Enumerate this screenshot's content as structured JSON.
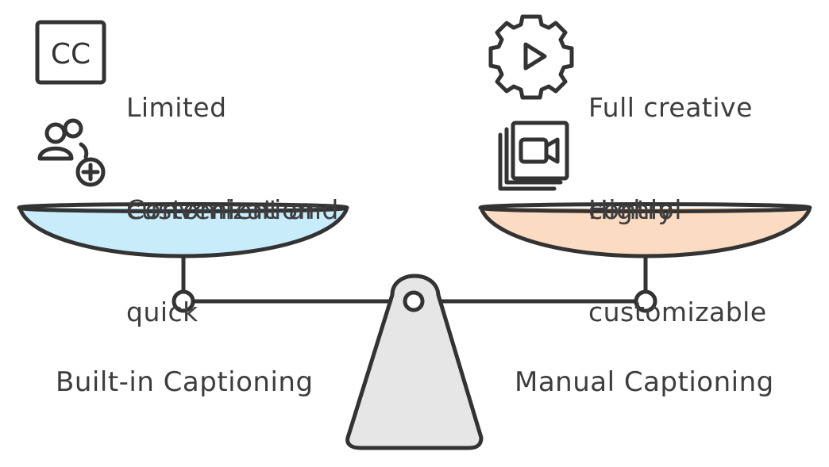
{
  "left_side": {
    "label": "Built-in Captioning",
    "pan_color": "#c9ecfb",
    "items": [
      {
        "icon": "cc-icon",
        "line1": "Limited",
        "line2": "customization"
      },
      {
        "icon": "add-users-icon",
        "line1": "Convenient and",
        "line2": "quick"
      }
    ]
  },
  "right_side": {
    "label": "Manual Captioning",
    "pan_color": "#fbdcc3",
    "items": [
      {
        "icon": "gear-play-icon",
        "line1": "Full creative",
        "line2": "control"
      },
      {
        "icon": "video-stack-icon",
        "line1": "Highly",
        "line2": "customizable"
      }
    ]
  },
  "colors": {
    "stroke": "#333333",
    "fulcrum": "#e6e6e6"
  }
}
